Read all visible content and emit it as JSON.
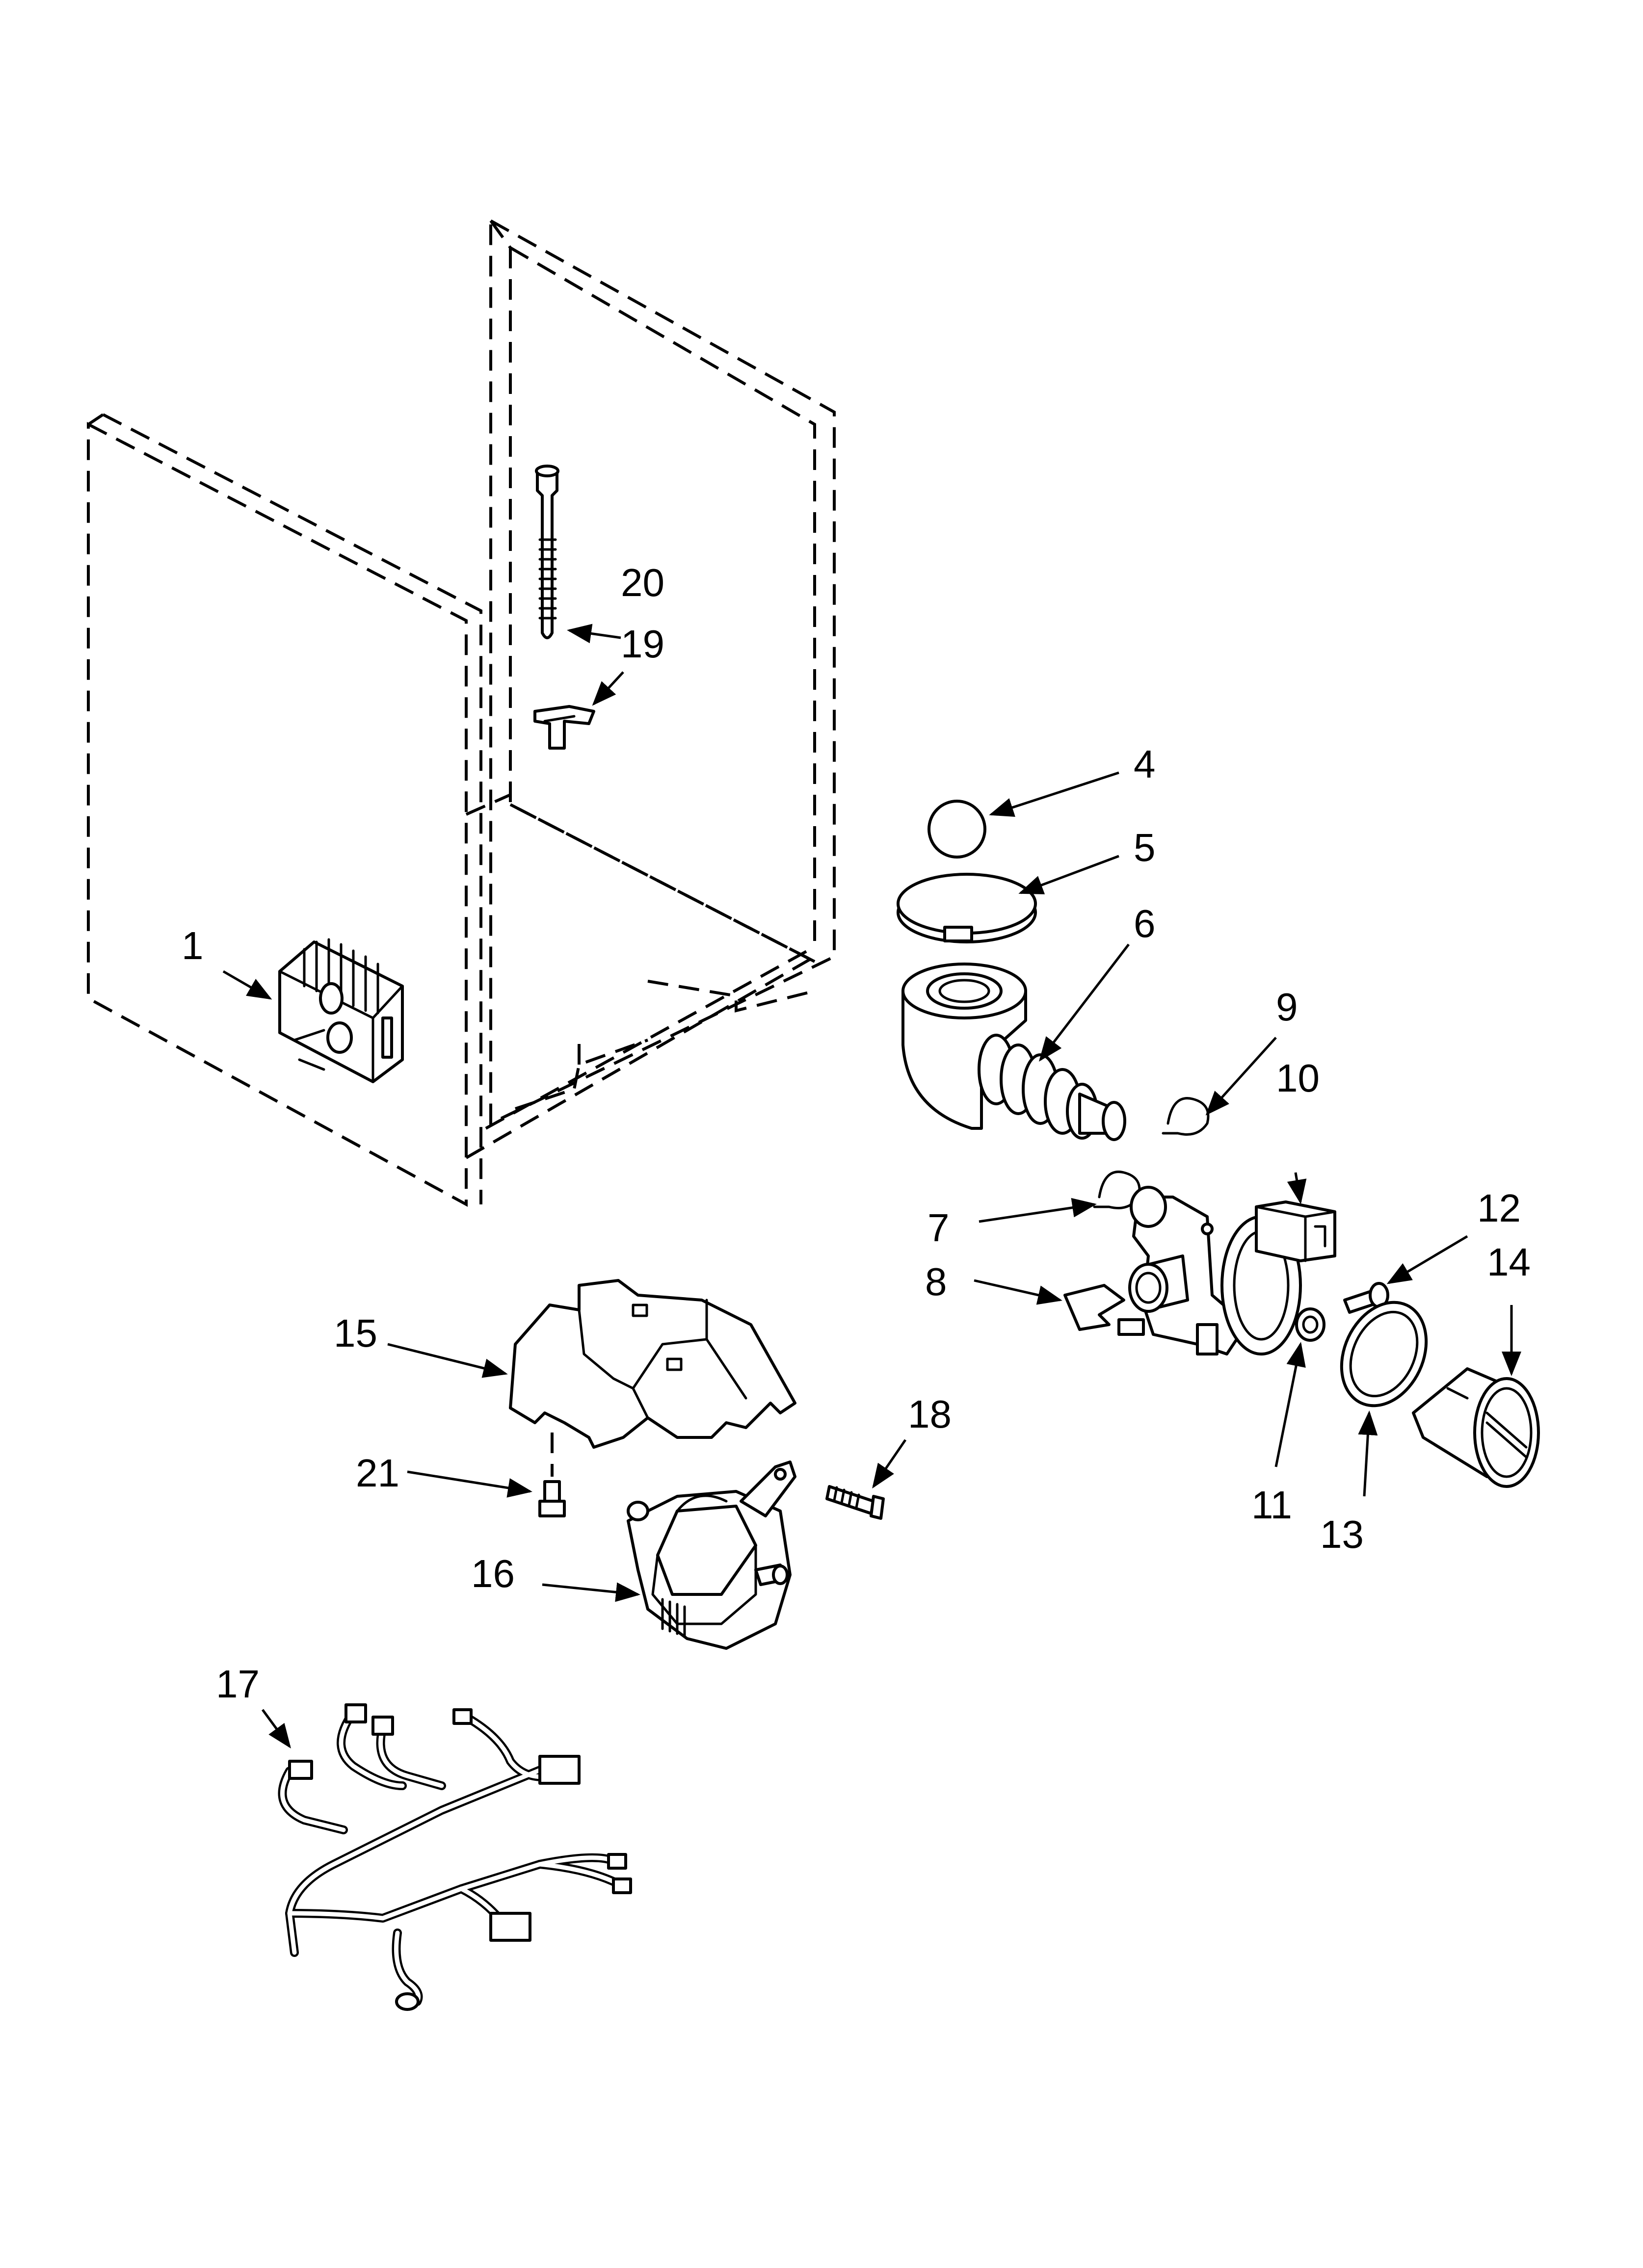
{
  "callouts": [
    {
      "id": "1",
      "label": "1"
    },
    {
      "id": "4",
      "label": "4"
    },
    {
      "id": "5",
      "label": "5"
    },
    {
      "id": "6",
      "label": "6"
    },
    {
      "id": "7",
      "label": "7"
    },
    {
      "id": "8",
      "label": "8"
    },
    {
      "id": "9",
      "label": "9"
    },
    {
      "id": "10",
      "label": "10"
    },
    {
      "id": "11",
      "label": "11"
    },
    {
      "id": "12",
      "label": "12"
    },
    {
      "id": "13",
      "label": "13"
    },
    {
      "id": "14",
      "label": "14"
    },
    {
      "id": "15",
      "label": "15"
    },
    {
      "id": "16",
      "label": "16"
    },
    {
      "id": "17",
      "label": "17"
    },
    {
      "id": "18",
      "label": "18"
    },
    {
      "id": "19",
      "label": "19"
    },
    {
      "id": "20",
      "label": "20"
    },
    {
      "id": "21",
      "label": "21"
    }
  ]
}
